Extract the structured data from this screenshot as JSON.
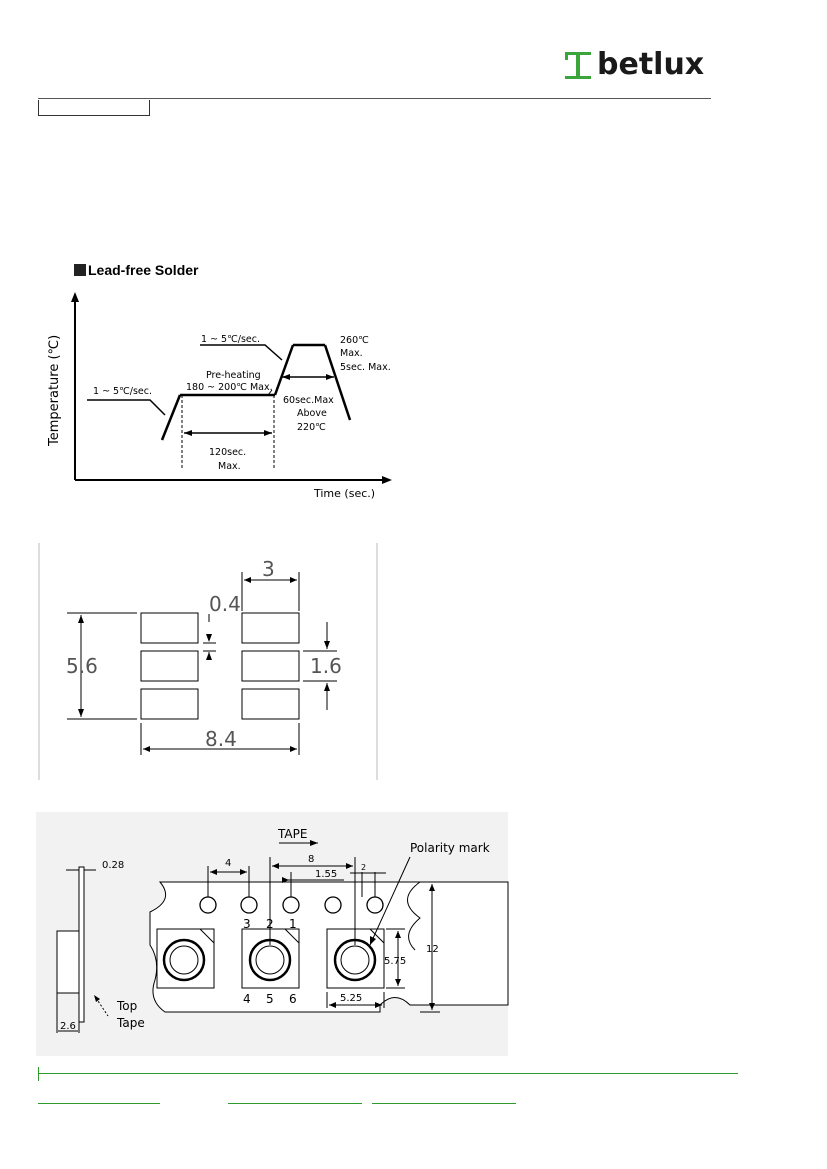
{
  "logo": {
    "text": "betlux",
    "mark": "T"
  },
  "reflow": {
    "title": "Lead-free Solder",
    "y_axis_label": "Temperature (℃)",
    "x_axis_label": "Time (sec.)",
    "ramp1": "1 ~ 5℃/sec.",
    "ramp2": "1 ~ 5℃/sec.",
    "preheat_line1": "Pre-heating",
    "preheat_line2": "180 ~ 200℃ Max.",
    "preheat_time_line1": "120sec.",
    "preheat_time_line2": "Max.",
    "peak_line1": "260℃",
    "peak_line2": "Max.",
    "peak_line3": "5sec. Max.",
    "above_line1": "60sec.Max",
    "above_line2": "Above",
    "above_line3": "220℃"
  },
  "pads": {
    "dim_width": "3",
    "dim_gap": "0.4",
    "dim_height": "5.6",
    "dim_pad": "1.6",
    "dim_total": "8.4"
  },
  "tape": {
    "direction": "TAPE",
    "polarity": "Polarity mark",
    "thickness": "0.28",
    "pitch_sprocket": "4",
    "pitch_part": "8",
    "offset": "1.55",
    "hole": "2",
    "pin_top": [
      "3",
      "2",
      "1"
    ],
    "pin_bottom": [
      "4",
      "5",
      "6"
    ],
    "pocket_height": "5.75",
    "pocket_width": "5.25",
    "tape_width": "12",
    "depth": "2.6",
    "top_tape_line1": "Top",
    "top_tape_line2": "Tape"
  }
}
